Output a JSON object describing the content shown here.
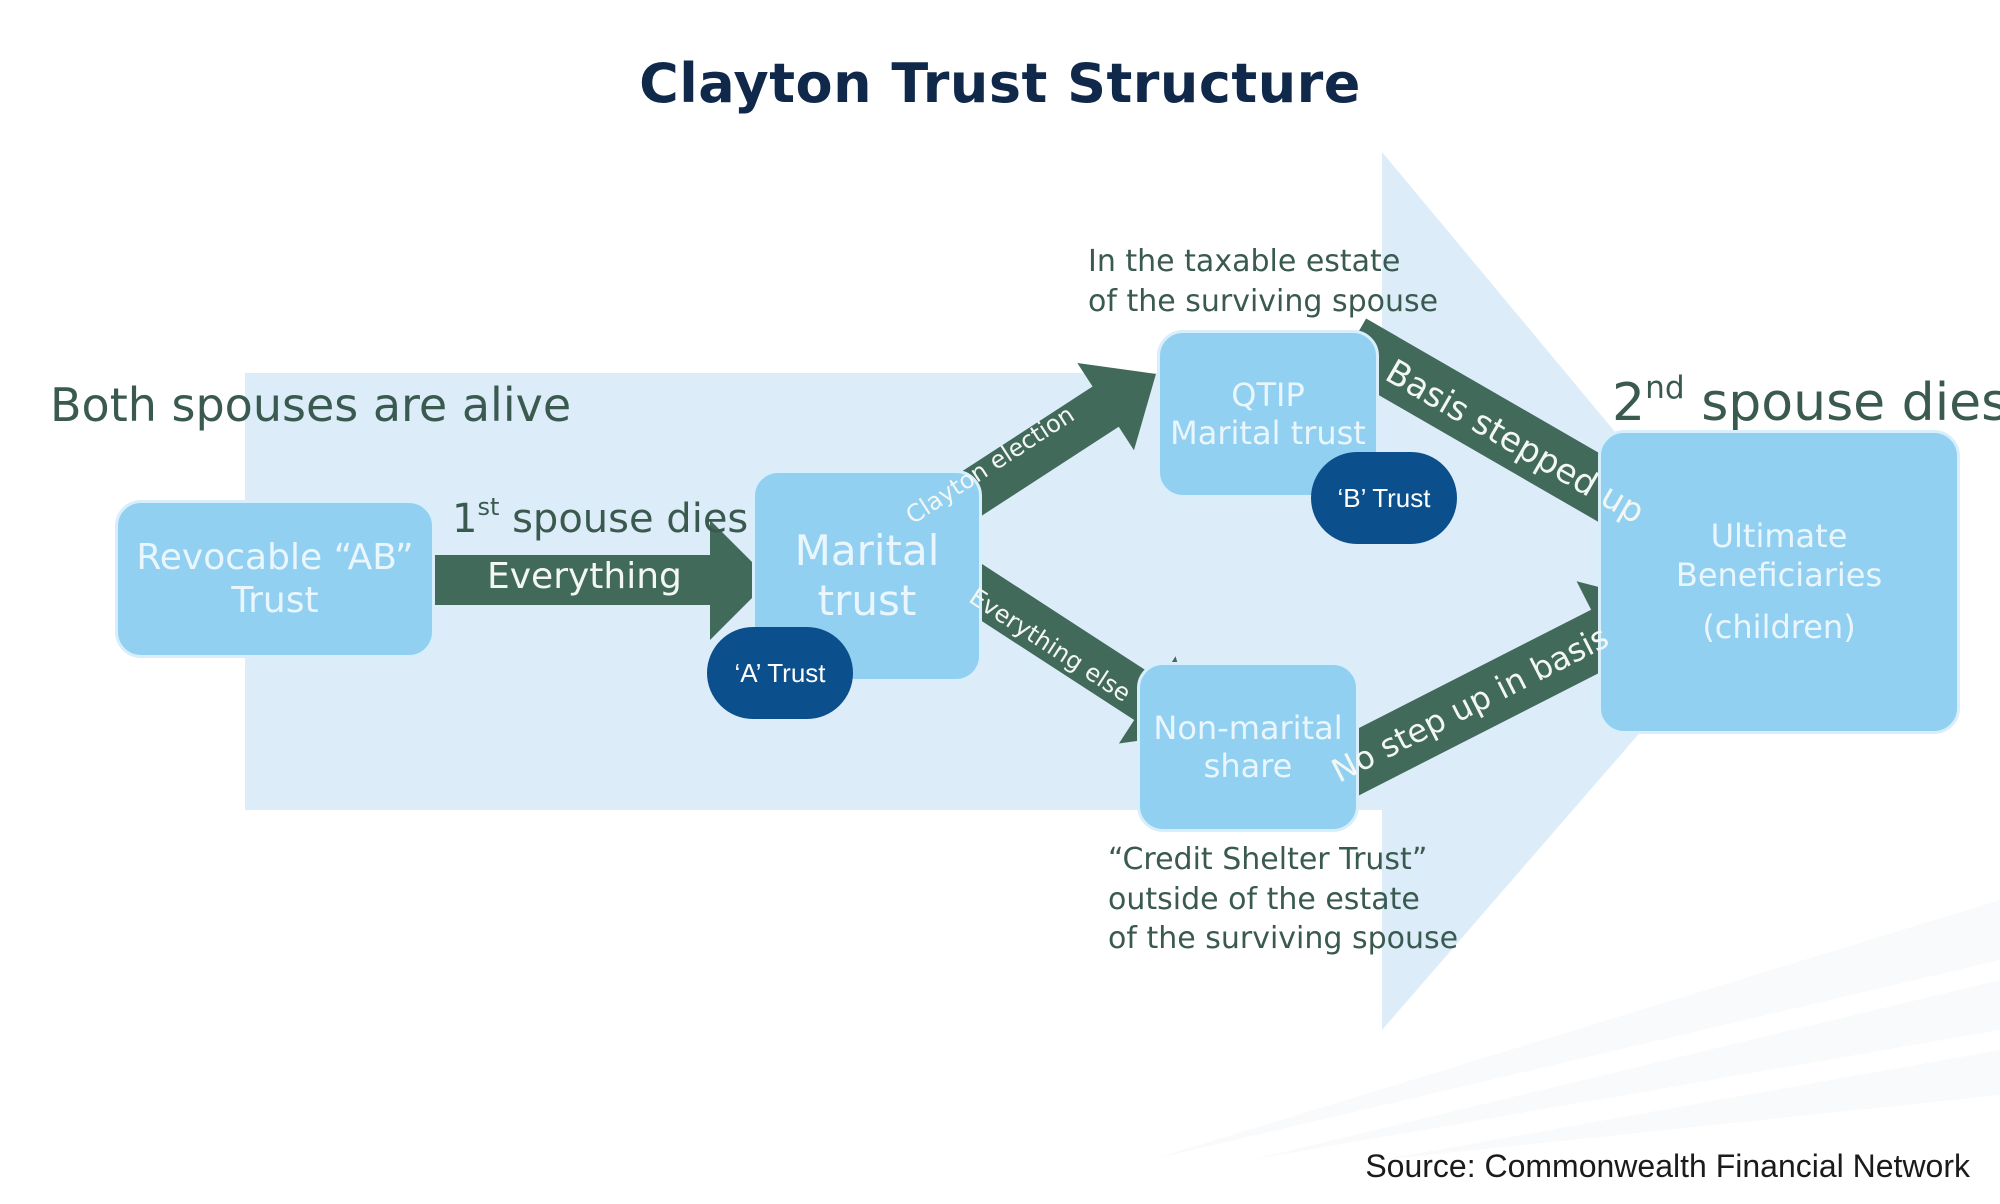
{
  "title": "Clayton Trust Structure",
  "phases": {
    "left": "Both spouses are alive",
    "right_ordinal": "2",
    "right_sup": "nd",
    "right_rest": " spouse dies"
  },
  "nodes": {
    "revocable": {
      "line1": "Revocable “AB”",
      "line2": "Trust"
    },
    "marital": {
      "line1": "Marital",
      "line2": "trust"
    },
    "qtip": {
      "line1": "QTIP",
      "line2": "Marital trust"
    },
    "nonmarital": {
      "line1": "Non-marital",
      "line2": "share"
    },
    "ultimate": {
      "line1": "Ultimate",
      "line2": "Beneficiaries",
      "line3": "(children)"
    }
  },
  "badges": {
    "a_trust": "‘A’ Trust",
    "b_trust": "‘B’ Trust"
  },
  "arrows": {
    "first_death_ordinal": "1",
    "first_death_sup": "st",
    "first_death_rest": " spouse dies",
    "everything": "Everything",
    "clayton_election": "Clayton election",
    "everything_else": "Everything else",
    "basis_stepped_up": "Basis stepped up",
    "no_step_up": "No step up in basis"
  },
  "notes": {
    "taxable_line1": "In the taxable estate",
    "taxable_line2": "of the surviving spouse",
    "credit_line1": "“Credit Shelter Trust”",
    "credit_line2": "outside of the estate",
    "credit_line3": "of the surviving spouse"
  },
  "source": "Source: Commonwealth Financial Network",
  "colors": {
    "title": "#10284a",
    "background_arrow": "#dcedf9",
    "box_fill": "#92d0f1",
    "arrow_fill": "#426a5b",
    "badge_fill": "#0b4f8c",
    "label_text": "#3a5a50"
  }
}
